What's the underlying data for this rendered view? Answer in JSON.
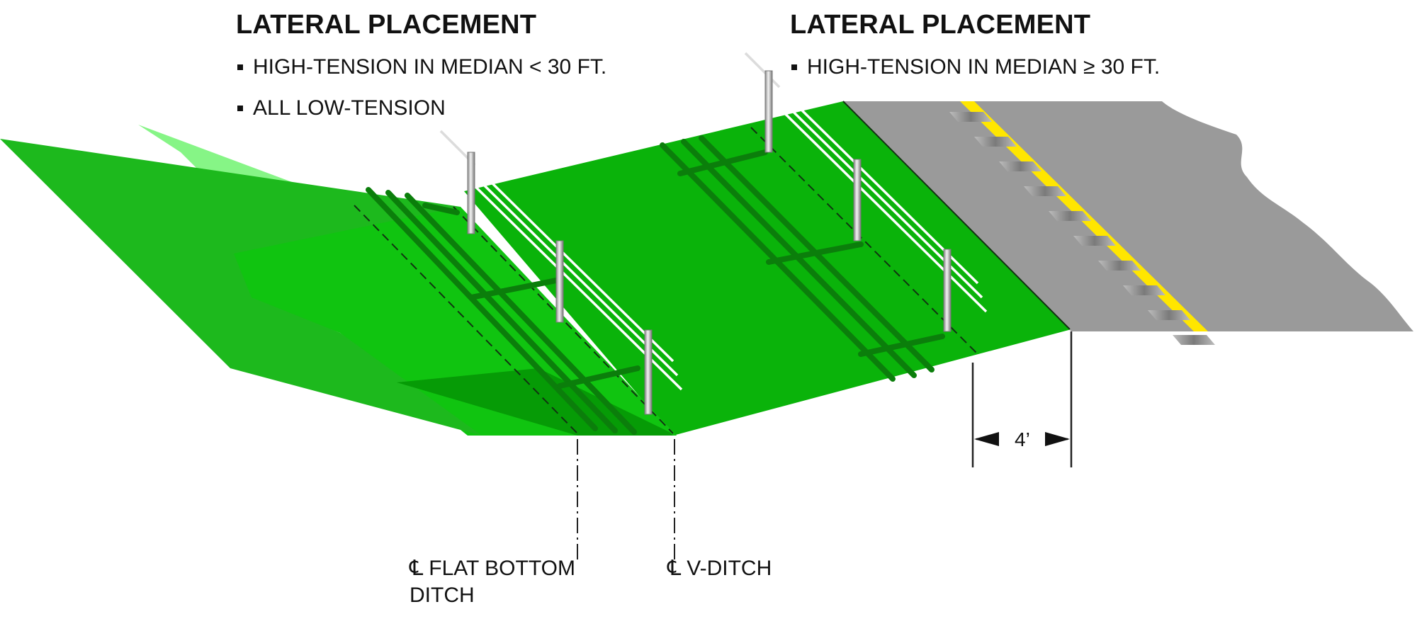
{
  "left_block": {
    "heading": "LATERAL PLACEMENT",
    "bullets": [
      "HIGH-TENSION IN MEDIAN < 30 FT.",
      "ALL LOW-TENSION"
    ]
  },
  "right_block": {
    "heading": "LATERAL PLACEMENT",
    "bullets": [
      "HIGH-TENSION IN MEDIAN ≥ 30 FT."
    ]
  },
  "labels": {
    "cl_symbol": "℄",
    "flat_bottom_line1": "FLAT BOTTOM",
    "flat_bottom_line2": "DITCH",
    "v_ditch": "V-DITCH",
    "offset_dimension": "4’"
  },
  "colors": {
    "slope_dark": "#14b514",
    "slope_mid": "#0ec60e",
    "slope_light": "#7df57d",
    "ditch_shade": "#069b06",
    "pavement": "#999999",
    "centerline_yellow": "#ffe600",
    "post": "#d8d8d8"
  }
}
